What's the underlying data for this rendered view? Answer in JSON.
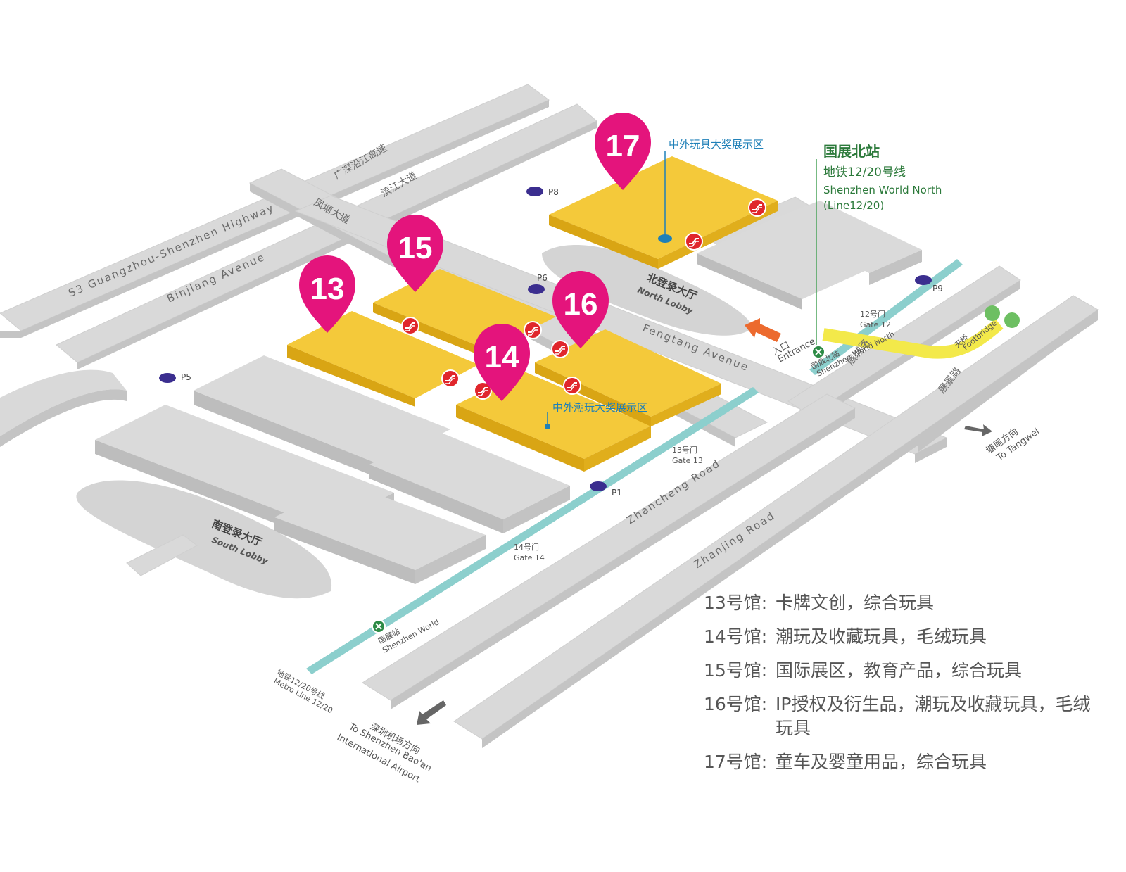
{
  "roads": {
    "s3_highway_en": "S3 Guangzhou-Shenzhen Highway",
    "s3_highway_cn": "广深沿江高速",
    "binjiang_en": "Binjiang Avenue",
    "binjiang_cn": "滨江大道",
    "fengtang_en": "Fengtang Avenue",
    "fengtang_cn": "凤塘大道",
    "zhancheng_en": "Zhancheng Road",
    "zhancheng_cn": "展城路",
    "zhanjing_en": "Zhanjing Road",
    "zhanjing_cn": "展景路"
  },
  "halls": [
    {
      "number": "13"
    },
    {
      "number": "14"
    },
    {
      "number": "15"
    },
    {
      "number": "16"
    },
    {
      "number": "17"
    }
  ],
  "award_areas": {
    "toy_award": "中外玩具大奖展示区",
    "trendy_award": "中外潮玩大奖展示区"
  },
  "lobbies": {
    "north_cn": "北登录大厅",
    "north_en": "North Lobby",
    "south_cn": "南登录大厅",
    "south_en": "South Lobby"
  },
  "parking": {
    "p1": "P1",
    "p5": "P5",
    "p6": "P6",
    "p8": "P8",
    "p9": "P9"
  },
  "gates": {
    "gate12_cn": "12号门",
    "gate12_en": "Gate 12",
    "gate13_cn": "13号门",
    "gate13_en": "Gate 13",
    "gate14_cn": "14号门",
    "gate14_en": "Gate 14"
  },
  "entrance": {
    "cn": "入口",
    "en": "Entrance"
  },
  "footbridge": {
    "cn": "天桥",
    "en": "Footbridge"
  },
  "station_north": {
    "title": "国展北站",
    "line": "地铁12/20号线",
    "en_name": "Shenzhen World North",
    "en_line": "(Line12/20)",
    "small_cn": "国展北站",
    "small_en": "Shenzhen World North"
  },
  "station_south": {
    "small_cn": "国展站",
    "small_en": "Shenzhen World"
  },
  "metro_line": {
    "cn": "地铁12/20号线",
    "en": "Metro Line 12/20"
  },
  "directions": {
    "airport_cn": "深圳机场方向",
    "airport_en1": "To Shenzhen Bao'an",
    "airport_en2": "International Airport",
    "tangwei_cn": "塘尾方向",
    "tangwei_en": "To Tangwei"
  },
  "colors": {
    "hall": "#f4c93a",
    "pin": "#e4147c",
    "road": "#d9d9d9",
    "metro": "#8ccfcd",
    "award_text": "#1f80b8",
    "station_text": "#2c7a3b",
    "parking": "#3b2e8f",
    "escalator": "#e0262c"
  },
  "legend": [
    {
      "key": "13号馆:",
      "value": "卡牌文创，综合玩具"
    },
    {
      "key": "14号馆:",
      "value": "潮玩及收藏玩具，毛绒玩具"
    },
    {
      "key": "15号馆:",
      "value": "国际展区，教育产品，综合玩具"
    },
    {
      "key": "16号馆:",
      "value": "IP授权及衍生品，潮玩及收藏玩具，毛绒玩具"
    },
    {
      "key": "17号馆:",
      "value": "童车及婴童用品，综合玩具"
    }
  ]
}
